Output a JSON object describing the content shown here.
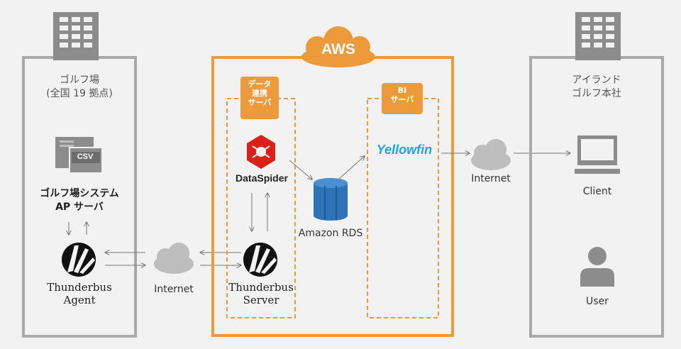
{
  "aws_label": "AWS",
  "golf_course": {
    "title_line1": "ゴルフ場",
    "title_line2": "(全国 19 拠点)",
    "csv_label": "CSV",
    "system_line1": "ゴルフ場システム",
    "system_line2": "AP サーバ",
    "agent_line1": "Thunderbus",
    "agent_line2": "Agent"
  },
  "internet_left": "Internet",
  "data_server": {
    "tag_line1": "データ",
    "tag_line2": "連携",
    "tag_line3": "サーバ",
    "dataspider_label": "DataSpider",
    "server_line1": "Thunderbus",
    "server_line2": "Server"
  },
  "rds_label": "Amazon RDS",
  "bi_server": {
    "tag_line1": "BI",
    "tag_line2": "サーバ",
    "yellowfin_label": "Yellowfin"
  },
  "internet_right": "Internet",
  "head_office": {
    "title_line1": "アイランド",
    "title_line2": "ゴルフ本社",
    "client_label": "Client",
    "user_label": "User"
  },
  "colors": {
    "aws_orange": "#ec9a3c",
    "box_grey": "#a9a9a9",
    "icon_grey": "#8c8c8c",
    "rds_blue": "#2e73b8",
    "yellowfin_blue": "#1aa4e2",
    "dataspider_red": "#d9211a"
  }
}
